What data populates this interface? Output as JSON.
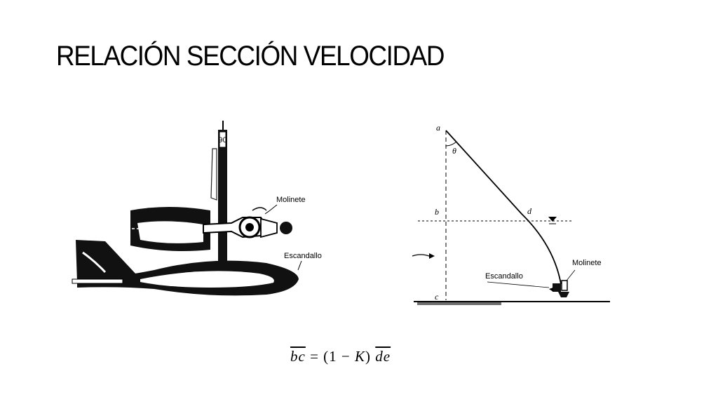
{
  "slide": {
    "title": "RELACIÓN SECCIÓN VELOCIDAD"
  },
  "left_figure": {
    "label_molinete": "Molinete",
    "label_escandallo": "Escandallo",
    "rod_marking": "90"
  },
  "right_figure": {
    "point_a": "a",
    "point_b": "b",
    "point_c": "c",
    "point_d": "d",
    "angle_theta": "θ",
    "label_molinete": "Molinete",
    "label_escandallo": "Escandallo"
  },
  "formula": {
    "lhs": "bc",
    "middle": " = (1 − ",
    "k": "K",
    "close": ") ",
    "rhs": "de"
  }
}
